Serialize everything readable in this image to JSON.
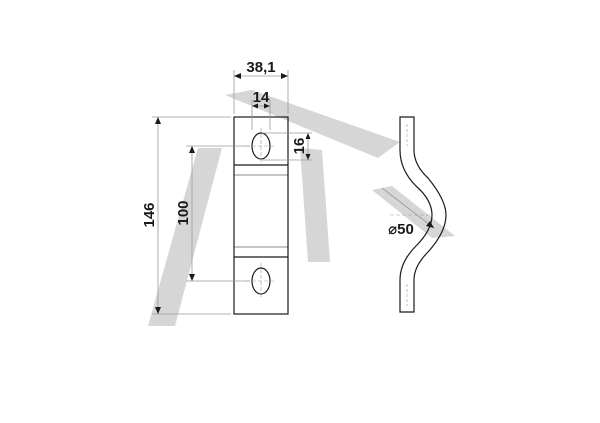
{
  "drawing": {
    "dimensions": {
      "width_overall": "38,1",
      "hole_width": "14",
      "hole_offset": "16",
      "length_overall": "146",
      "hole_spacing": "100",
      "bend_diameter": "⌀50"
    },
    "colors": {
      "line": "#1a1a1a",
      "dimension_line": "#9a9a9a",
      "watermark": "#d4d4d4"
    }
  }
}
